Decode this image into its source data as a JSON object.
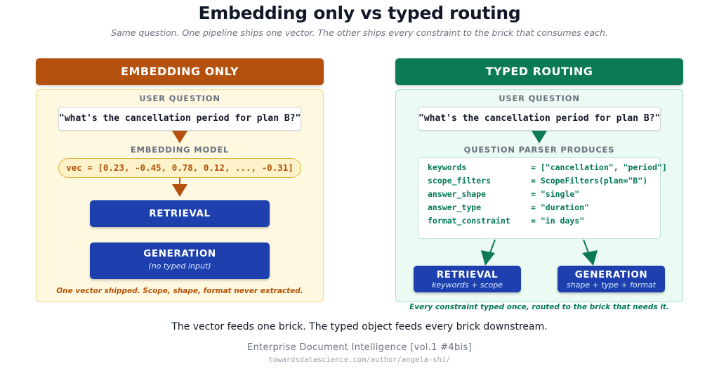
{
  "title": "Embedding only vs typed routing",
  "subtitle": "Same question. One pipeline ships one vector. The other ships every constraint to the brick that consumes each.",
  "left": {
    "header": "EMBEDDING ONLY",
    "user_question_label": "USER QUESTION",
    "question": "\"what's the cancellation period for plan B?\"",
    "model_label": "EMBEDDING MODEL",
    "vector": "vec = [0.23, -0.45, 0.78, 0.12, ..., -0.31]",
    "retrieval": "RETRIEVAL",
    "generation": "GENERATION",
    "generation_sub": "(no typed input)",
    "caption": "One vector shipped. Scope, shape, format never extracted.",
    "colors": {
      "header": "#b5510e",
      "panel_bg": "#fff8e1",
      "panel_border": "#f3d98a",
      "arrow": "#b5510e"
    }
  },
  "right": {
    "header": "TYPED ROUTING",
    "user_question_label": "USER QUESTION",
    "question": "\"what's the cancellation period for plan B?\"",
    "parser_label": "QUESTION PARSER PRODUCES",
    "fields": [
      {
        "key": "keywords",
        "value": "= [\"cancellation\", \"period\"]"
      },
      {
        "key": "scope_filters",
        "value": "= ScopeFilters(plan=\"B\")"
      },
      {
        "key": "answer_shape",
        "value": "= \"single\""
      },
      {
        "key": "answer_type",
        "value": "= \"duration\""
      },
      {
        "key": "format_constraint",
        "value": "= \"in days\""
      }
    ],
    "retrieval": "RETRIEVAL",
    "retrieval_sub": "keywords + scope",
    "generation": "GENERATION",
    "generation_sub": "shape + type + format",
    "caption": "Every constraint typed once, routed to the brick that needs it.",
    "colors": {
      "header": "#0b7a55",
      "panel_bg": "#ebfaf3",
      "panel_border": "#a7e3c8",
      "arrow": "#0b7a55"
    }
  },
  "footer": {
    "summary": "The vector feeds one brick. The typed object feeds every brick downstream.",
    "series": "Enterprise Document Intelligence [vol.1 #4bis]",
    "url": "towardsdatascience.com/author/angela-shi/"
  },
  "colors": {
    "brick": "#1e40af"
  }
}
